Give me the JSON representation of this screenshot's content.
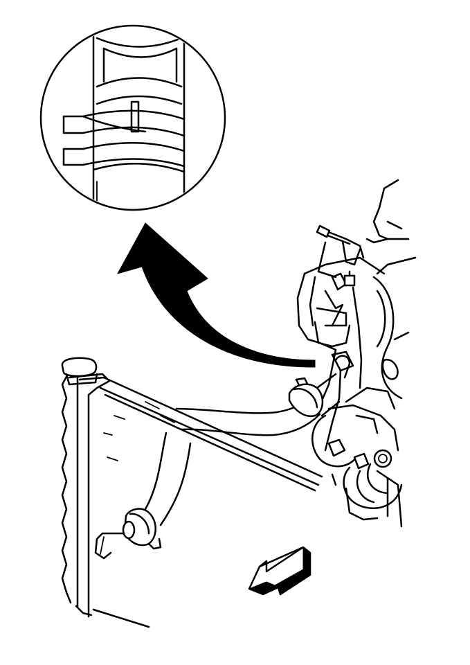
{
  "figure": {
    "background": "#ffffff",
    "line_color": "#000000",
    "style": "black-and-white line art",
    "components": [
      "detail-magnifier-circle",
      "hose-clamp-detail",
      "curved-callout-arrow",
      "engine-assembly",
      "upper-radiator-hose",
      "radiator",
      "lower-radiator-hose",
      "direction-arrow"
    ]
  }
}
